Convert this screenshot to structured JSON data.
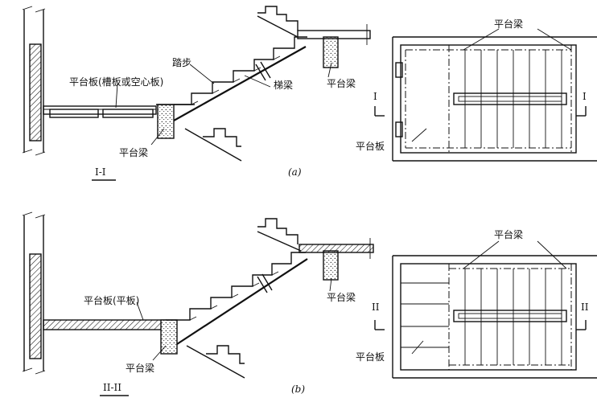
{
  "diagram_a": {
    "label_steps": "踏步",
    "label_slab_top": "平台板(槽板或空心板)",
    "label_beam_right": "平台梁",
    "label_stringer": "梯梁",
    "label_beam_bottom": "平台梁",
    "section_label": "I-I",
    "caption": "(a)",
    "plan_label_beam": "平台梁",
    "plan_label_slab": "平台板",
    "plan_mark_left": "I",
    "plan_mark_right": "I"
  },
  "diagram_b": {
    "label_slab": "平台板(平板)",
    "label_beam_right": "平台梁",
    "label_beam_bottom": "平台梁",
    "section_label": "II-II",
    "caption": "(b)",
    "plan_label_beam": "平台梁",
    "plan_label_slab": "平台板",
    "plan_mark_left": "II",
    "plan_mark_right": "II"
  }
}
